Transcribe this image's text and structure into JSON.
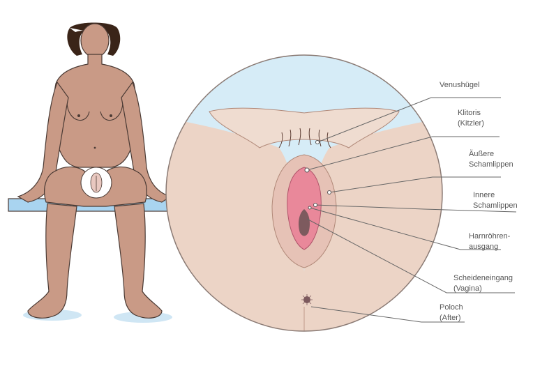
{
  "labels": {
    "mons_pubis": "Venushügel",
    "clitoris_1": "Klitoris",
    "clitoris_2": "(Kitzler)",
    "outer_labia_1": "Äußere",
    "outer_labia_2": "Schamlippen",
    "inner_labia_1": "Innere",
    "inner_labia_2": "Schamlippen",
    "urethra_1": "Harnröhren-",
    "urethra_2": "ausgang",
    "vagina_1": "Scheideneingang",
    "vagina_2": "(Vagina)",
    "anus_1": "Poloch",
    "anus_2": "(After)"
  },
  "colors": {
    "skin": "#ecd4c6",
    "skin_shadow": "#d8b8a8",
    "figure_skin": "#c99a86",
    "figure_outline": "#4a3a34",
    "hair": "#3a2418",
    "bench": "#a9d4f0",
    "background_circle": "#d6ecf7",
    "inner_pink": "#e9889a",
    "leader_line": "#666666",
    "label_text": "#555555"
  }
}
